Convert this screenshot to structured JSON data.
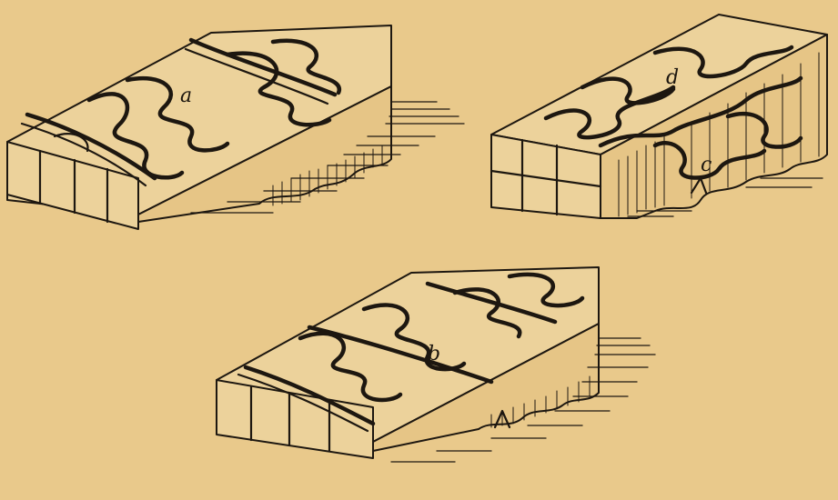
{
  "figure": {
    "background_color": "#e9c98b",
    "ink_color": "#1d1710",
    "labels": {
      "a": "a",
      "b": "b",
      "c": "c",
      "d": "d"
    }
  }
}
